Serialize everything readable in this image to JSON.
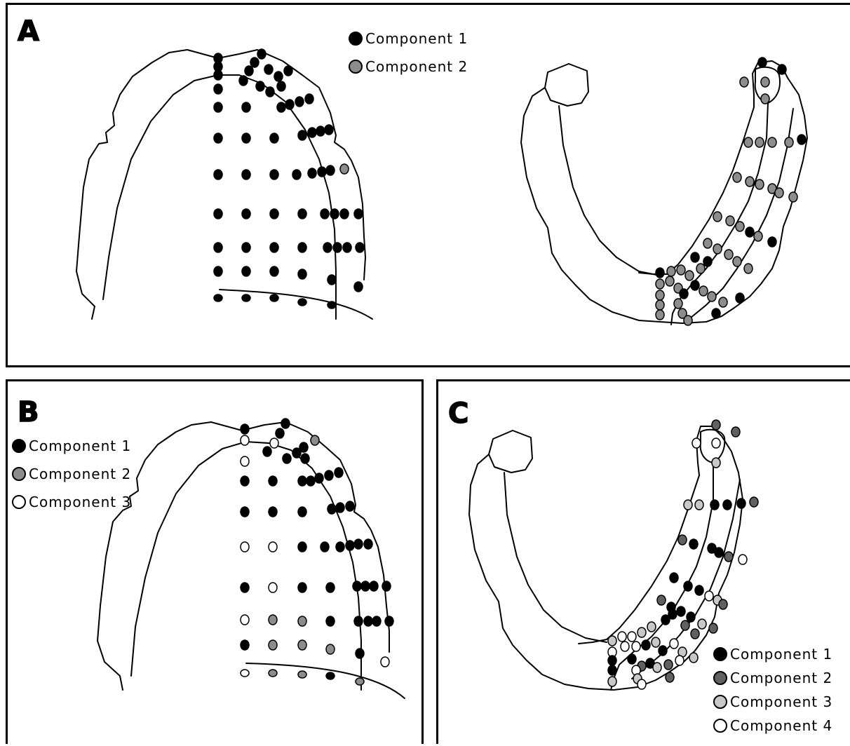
{
  "colors": {
    "c1": "#000000",
    "c2": "#8c8c8c",
    "c3": "#ffffff",
    "c2_four": "#606060",
    "c3_four": "#c8c8c8",
    "c4_four": "#ffffff",
    "stroke": "#000000"
  },
  "panel_a": {
    "label": "A",
    "legend": [
      {
        "text": "Component 1",
        "color": "#000000"
      },
      {
        "text": "Component 2",
        "color": "#8c8c8c"
      }
    ]
  },
  "panel_b": {
    "label": "B",
    "legend": [
      {
        "text": "Component 1",
        "color": "#000000"
      },
      {
        "text": "Component 2",
        "color": "#8c8c8c"
      },
      {
        "text": "Component 3",
        "color": "#ffffff"
      }
    ]
  },
  "panel_c": {
    "label": "C",
    "legend": [
      {
        "text": "Component 1",
        "color": "#000000"
      },
      {
        "text": "Component 2",
        "color": "#606060"
      },
      {
        "text": "Component 3",
        "color": "#c8c8c8"
      },
      {
        "text": "Component 4",
        "color": "#ffffff"
      }
    ]
  }
}
